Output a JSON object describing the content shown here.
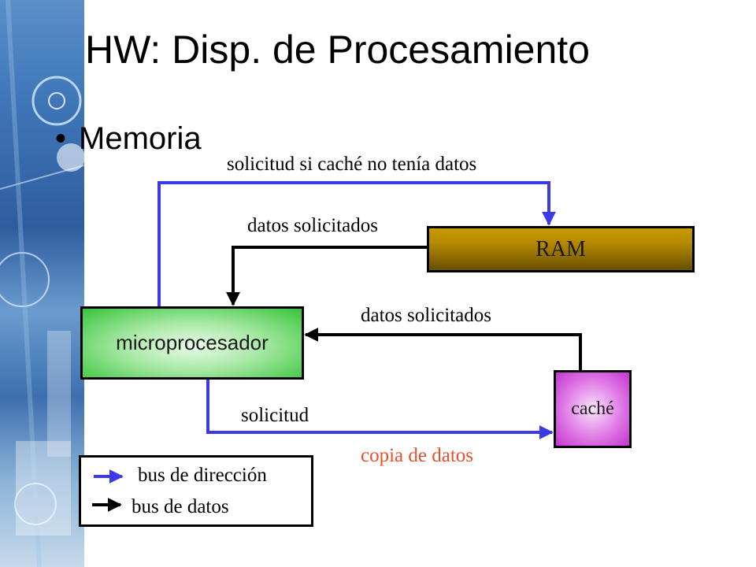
{
  "slide": {
    "title": "HW: Disp. de Procesamiento",
    "bullet": "Memoria"
  },
  "diagram": {
    "nodes": {
      "ram": "RAM",
      "microprocessor": "microprocesador",
      "cache": "caché"
    },
    "labels": {
      "request_if_cache_miss": "solicitud si caché no tenía datos",
      "requested_data_ram": "datos solicitados",
      "requested_data_cache": "datos solicitados",
      "request": "solicitud",
      "data_copy": "copia de datos"
    },
    "colors": {
      "address_bus": "#3a3ae6",
      "data_bus": "#000000",
      "data_copy_text": "#e8502a"
    }
  },
  "legend": {
    "address_bus": "bus de dirección",
    "data_bus": "bus de datos"
  }
}
